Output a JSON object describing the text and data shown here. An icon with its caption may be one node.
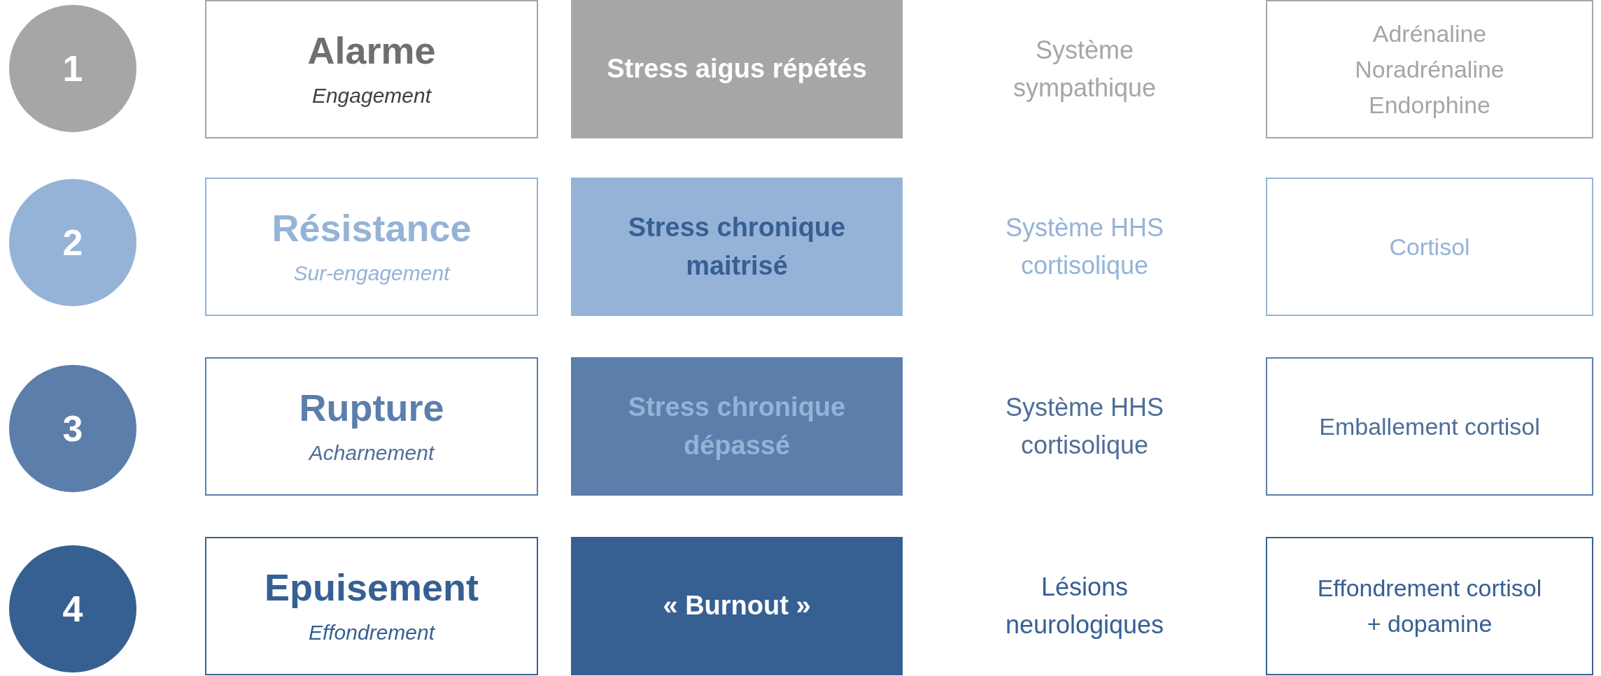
{
  "diagram": {
    "nodes": [
      {
        "text": [
          "1"
        ]
      },
      {
        "text": [
          "Alarme",
          "Engagement"
        ]
      },
      {
        "text": [
          "Stress aigus répétés"
        ]
      },
      {
        "text": [
          "Adrénaline Noradrénaline Endorphine"
        ]
      },
      {
        "text": [
          "2"
        ]
      },
      {
        "text": [
          "Résistance",
          "Sur-engagement"
        ]
      },
      {
        "text": [
          "Stress chronique maitrisé"
        ]
      },
      {
        "text": [
          "Cortisol"
        ]
      },
      {
        "text": [
          "3"
        ]
      },
      {
        "text": [
          "Rupture",
          "Acharnement"
        ]
      },
      {
        "text": [
          "Stress chronique dépassé"
        ]
      },
      {
        "text": [
          "Emballement cortisol"
        ]
      },
      {
        "text": [
          "4"
        ]
      },
      {
        "text": [
          "Epuisement",
          "Effondrement"
        ]
      },
      {
        "text": [
          "« Burnout »"
        ]
      },
      {
        "text": [
          "Effondrement cortisol + dopamine"
        ]
      }
    ],
    "labels": [
      "Système sympathique",
      "Système HHS cortisolique",
      "Système HHS cortisolique",
      "Lésions neurologiques"
    ]
  }
}
